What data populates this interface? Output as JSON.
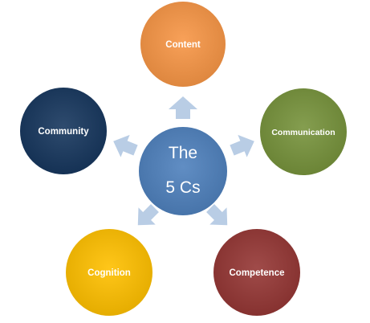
{
  "center": {
    "line1": "The",
    "line2": "5 Cs",
    "color": "#4F81BD"
  },
  "nodes": {
    "content": {
      "label": "Content",
      "color": "#F79646"
    },
    "communication": {
      "label": "Communication",
      "color": "#77933C"
    },
    "competence": {
      "label": "Competence",
      "color": "#953735"
    },
    "cognition": {
      "label": "Cognition",
      "color": "#FFC000"
    },
    "community": {
      "label": "Community",
      "color": "#17375E"
    }
  },
  "arrow_color": "#B9CDE5"
}
